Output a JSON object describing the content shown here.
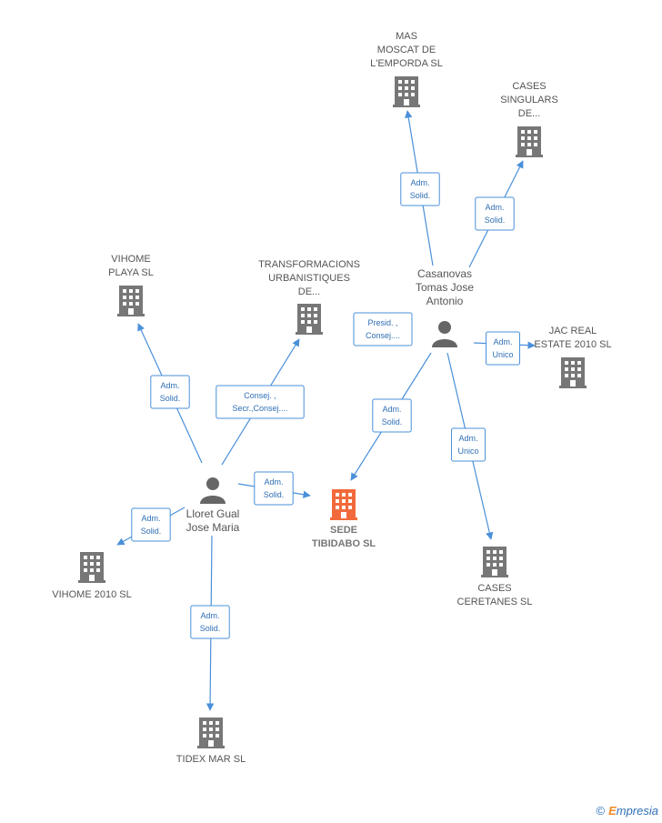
{
  "colors": {
    "edge": "#4a90d9",
    "building": "#777777",
    "main_building": "#f26a3c",
    "person": "#666666"
  },
  "people": [
    {
      "id": "casanovas",
      "name_lines": [
        "Casanovas",
        "Tomas Jose",
        "Antonio"
      ]
    },
    {
      "id": "lloret",
      "name_lines": [
        "Lloret Gual",
        "Jose Maria"
      ]
    }
  ],
  "companies": [
    {
      "id": "mas",
      "name_lines": [
        "MAS",
        "MOSCAT DE",
        "L'EMPORDA  SL"
      ]
    },
    {
      "id": "cases_sing",
      "name_lines": [
        "CASES",
        "SINGULARS",
        "DE..."
      ]
    },
    {
      "id": "jac",
      "name_lines": [
        "JAC REAL",
        "ESTATE 2010 SL"
      ]
    },
    {
      "id": "cases_cer",
      "name_lines": [
        "CASES",
        "CERETANES SL"
      ]
    },
    {
      "id": "sede",
      "name_lines": [
        "SEDE",
        "TIBIDABO SL"
      ],
      "main": true
    },
    {
      "id": "transf",
      "name_lines": [
        "TRANSFORMACIONS",
        "URBANISTIQUES",
        "DE..."
      ]
    },
    {
      "id": "vihome_playa",
      "name_lines": [
        "VIHOME",
        "PLAYA  SL"
      ]
    },
    {
      "id": "vihome2010",
      "name_lines": [
        "VIHOME 2010 SL"
      ]
    },
    {
      "id": "tidex",
      "name_lines": [
        "TIDEX MAR  SL"
      ]
    }
  ],
  "edges": [
    {
      "from": "casanovas",
      "to": "mas",
      "label_lines": [
        "Adm.",
        "Solid."
      ]
    },
    {
      "from": "casanovas",
      "to": "cases_sing",
      "label_lines": [
        "Adm.",
        "Solid."
      ]
    },
    {
      "from": "casanovas",
      "to": "jac",
      "label_lines": [
        "Adm.",
        "Unico"
      ]
    },
    {
      "from": "casanovas",
      "to": "cases_cer",
      "label_lines": [
        "Adm.",
        "Unico"
      ]
    },
    {
      "from": "casanovas",
      "to": "sede",
      "label_lines": [
        "Adm.",
        "Solid."
      ]
    },
    {
      "from": "casanovas",
      "to": "transf",
      "label_lines": [
        "Presid. ,",
        "Consej...."
      ]
    },
    {
      "from": "lloret",
      "to": "transf",
      "label_lines": [
        "Consej. ,",
        "Secr.,Consej...."
      ]
    },
    {
      "from": "lloret",
      "to": "vihome_playa",
      "label_lines": [
        "Adm.",
        "Solid."
      ]
    },
    {
      "from": "lloret",
      "to": "sede",
      "label_lines": [
        "Adm.",
        "Solid."
      ]
    },
    {
      "from": "lloret",
      "to": "vihome2010",
      "label_lines": [
        "Adm.",
        "Solid."
      ]
    },
    {
      "from": "lloret",
      "to": "tidex",
      "label_lines": [
        "Adm.",
        "Solid."
      ]
    }
  ],
  "footer": {
    "copyright": "©",
    "brand_first": "E",
    "brand_rest": "mpresia"
  }
}
